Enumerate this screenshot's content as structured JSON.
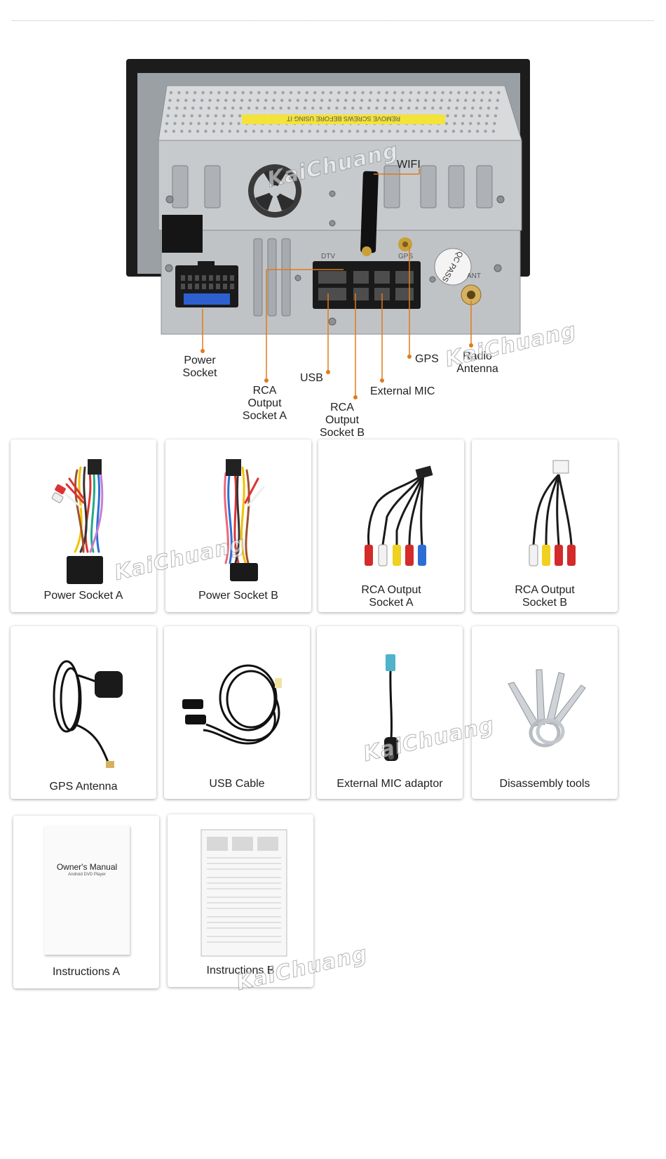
{
  "hero": {
    "sticker_text": "REMOVE SCREWS BEFORE USING IT",
    "qc_pass_text": "QC PASS",
    "port_marks": [
      "DTV",
      "GPS",
      "ANT"
    ],
    "callouts": {
      "wifi": "WIFI",
      "power_socket": "Power\nSocket",
      "rca_a": "RCA\nOutput\nSocket A",
      "usb": "USB",
      "rca_b": "RCA\nOutput\nSocket B",
      "external_mic": "External MIC",
      "gps": "GPS",
      "radio_antenna": "Radio\nAntenna"
    },
    "callout_color": "#e07b1a"
  },
  "watermark": "KaiChuang",
  "cards": [
    {
      "label": "Power Socket A"
    },
    {
      "label": "Power Socket B"
    },
    {
      "label": "RCA Output\nSocket A"
    },
    {
      "label": "RCA Output\nSocket B"
    },
    {
      "label": "GPS Antenna"
    },
    {
      "label": "USB Cable"
    },
    {
      "label": "External MIC adaptor"
    },
    {
      "label": "Disassembly tools"
    },
    {
      "label": "Instructions A",
      "manual_title": "Owner's Manual",
      "manual_subtitle": "Android DVD Player"
    },
    {
      "label": "Instructions B"
    }
  ],
  "colors": {
    "rca_red": "#d32a2a",
    "rca_white": "#f2f2f2",
    "rca_yellow": "#f0d020",
    "rca_blue": "#2b6fd6",
    "accent": "#e07b1a"
  }
}
